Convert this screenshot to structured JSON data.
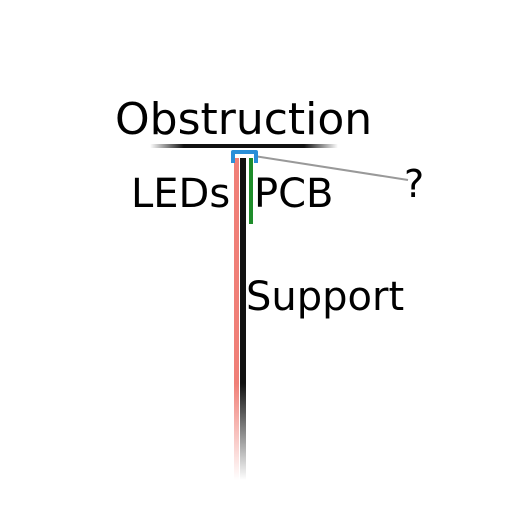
{
  "labels": {
    "obstruction": "Obstruction",
    "leds": "LEDs",
    "pcb": "PCB",
    "support": "Support",
    "question": "?"
  },
  "colors": {
    "obstruction_line": "#111111",
    "led_strip": "#f08078",
    "pcb_strip": "#1e8c2a",
    "support_post": "#111111",
    "cap": "#2a8fd8",
    "pointer_line": "#999999",
    "text": "#000000"
  }
}
